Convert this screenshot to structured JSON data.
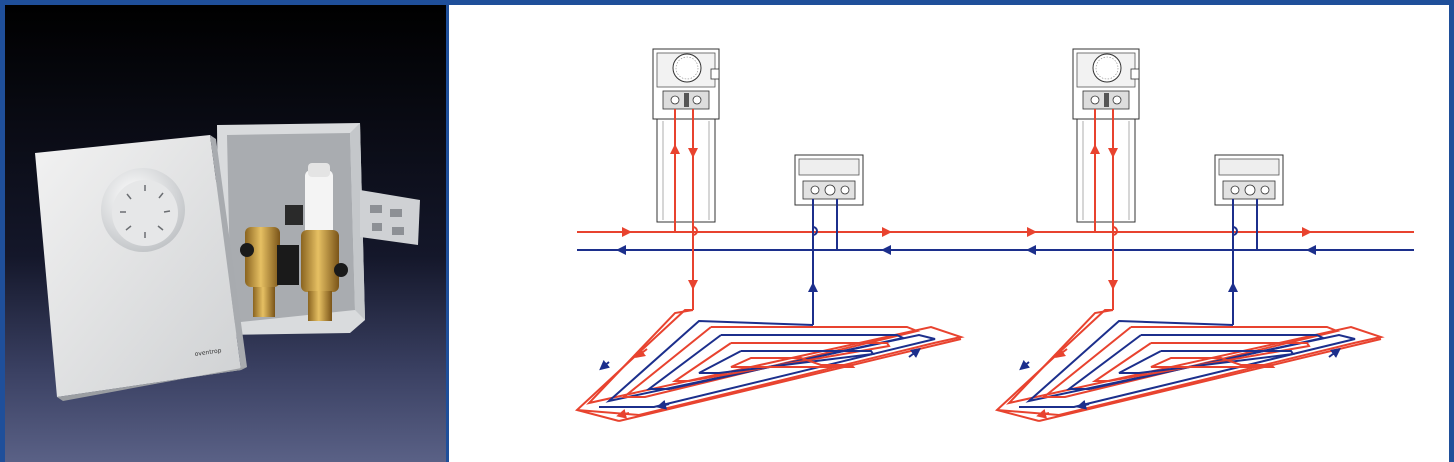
{
  "photo": {
    "brand_text": "oventrop",
    "background_colors": [
      "#000000",
      "#2a3050",
      "#4d5478"
    ]
  },
  "diagram": {
    "supply_color": "#e8432f",
    "return_color": "#1c2f8c",
    "units": 2,
    "unit_parts": [
      "room-thermostat",
      "wall-valve-box",
      "floor-heating-coil"
    ]
  }
}
